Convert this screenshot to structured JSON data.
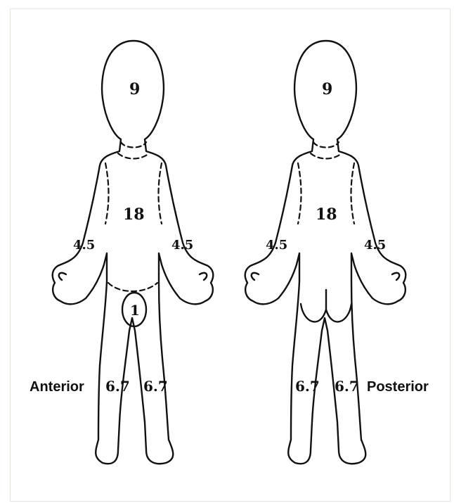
{
  "figure": {
    "anterior": {
      "label": "Anterior",
      "head": "9",
      "trunk": "18",
      "left_arm": "4.5",
      "right_arm": "4.5",
      "genitalia": "1",
      "left_leg": "6.7",
      "right_leg": "6.7"
    },
    "posterior": {
      "label": "Posterior",
      "head": "9",
      "trunk": "18",
      "left_arm": "4.5",
      "right_arm": "4.5",
      "left_leg": "6.7",
      "right_leg": "6.7"
    }
  }
}
